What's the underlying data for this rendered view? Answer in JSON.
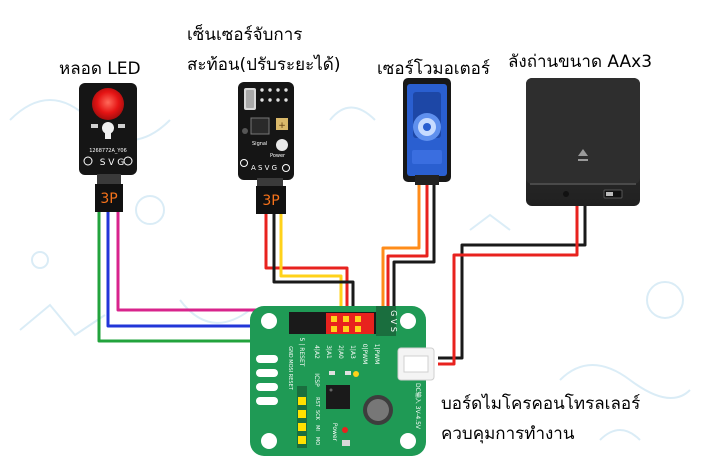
{
  "labels": {
    "led": "หลอด LED",
    "sensor_line1": "เซ็นเซอร์จับการ",
    "sensor_line2": "สะท้อน(ปรับระยะได้)",
    "servo": "เซอร์โวมอเตอร์",
    "battery": "ลังถ่านขนาด AAx3",
    "board_line1": "บอร์ดไมโครคอนโทรลเลอร์",
    "board_line2": "ควบคุมการทำงาน"
  },
  "module_text": {
    "led_pins": "S  V  G",
    "led_id": "1268772A_Y06",
    "connector_3p": "3P",
    "sensor_signal": "Signal",
    "sensor_power": "Power",
    "sensor_pins": "A  S  V  G",
    "board_header": "G V S",
    "board_ports": [
      "4|A2",
      "3|A1",
      "2|A0",
      "1|A3",
      "0|PWM",
      "1|PWM"
    ],
    "board_side": "5 | RESET",
    "board_isp": "ICSP",
    "board_pins": [
      "RST",
      "SCK",
      "MI",
      "MO"
    ],
    "board_dc": "DC输入 3V-4.5V",
    "board_power": "Power",
    "board_side2": "GND MOSI RESET"
  },
  "colors": {
    "wire_red": "#e8221e",
    "wire_black": "#1a1a1a",
    "wire_yellow": "#ffd21a",
    "wire_orange": "#ff8c1a",
    "wire_magenta": "#d8248c",
    "wire_blue": "#2236d8",
    "wire_green": "#22a33c",
    "pcb_green": "#1f9a55",
    "led_red": "#f01818",
    "servo_blue": "#2a5fd0",
    "connector_orange": "#f7731b"
  }
}
